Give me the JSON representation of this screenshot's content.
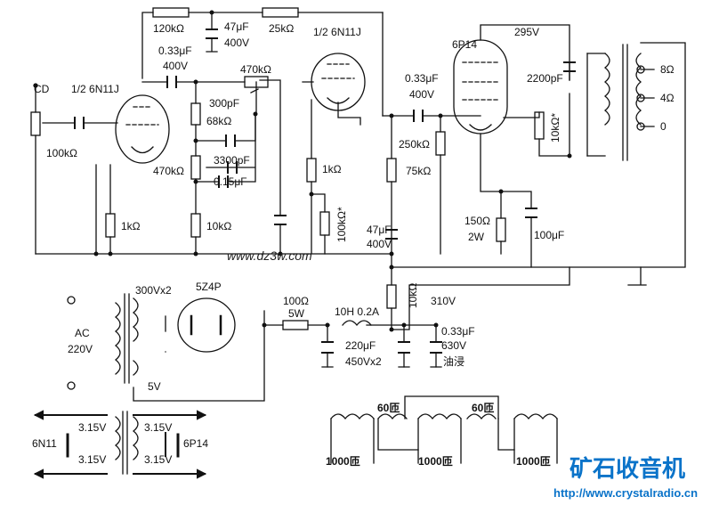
{
  "labels": {
    "r_feedback": "120kΩ",
    "c_dec1_val": "47μF",
    "c_dec1_v": "400V",
    "r_b": "25kΩ",
    "v2": "1/2  6N11J",
    "c1_val": "0.33μF",
    "c1_v": "400V",
    "vr470": "470kΩ",
    "cd": "CD",
    "v1": "1/2  6N11J",
    "c300p": "300pF",
    "r68k": "68kΩ",
    "vr100k": "100kΩ",
    "c3300p": "3300pF",
    "vr470b": "470kΩ",
    "c015": "0.15μF",
    "r1k_a": "1kΩ",
    "r10k_a": "10kΩ",
    "v3": "6P14",
    "hv295": "295V",
    "c2_val": "0.33μF",
    "c2_v": "400V",
    "r250k": "250kΩ",
    "r75k": "75kΩ",
    "r1k_b": "1kΩ",
    "r100k_star": "100kΩ*",
    "c47b_val": "47μF",
    "c47b_v": "400V",
    "c2200p": "2200pF",
    "r10k_star": "10kΩ*",
    "r150": "150Ω",
    "r150_w": "2W",
    "c100u": "100μF",
    "tap8": "8Ω",
    "tap4": "4Ω",
    "tap0": "0",
    "watermark": "www.dz3w.com",
    "r10k_b": "10kΩ",
    "hv310": "310V",
    "ac": "AC",
    "ac_v": "220V",
    "sec_hv": "300Vx2",
    "rect": "5Z4P",
    "r100": "100Ω",
    "r100_w": "5W",
    "choke": "10H   0.2A",
    "c220_val": "220μF",
    "c220_v": "450Vx2",
    "c033_val": "0.33μF",
    "c033_v": "630V",
    "oil": "油浸",
    "fil5": "5V",
    "fil_l1": "3.15V",
    "fil_l2": "3.15V",
    "fil_r1": "3.15V",
    "fil_r2": "3.15V",
    "tube_l": "6N11",
    "tube_r": "6P14",
    "turns60a": "60匝",
    "turns60b": "60匝",
    "turns1000a": "1000匝",
    "turns1000b": "1000匝",
    "turns1000c": "1000匝",
    "brand": "矿石收音机",
    "site": "http://www.crystalradio.cn"
  }
}
